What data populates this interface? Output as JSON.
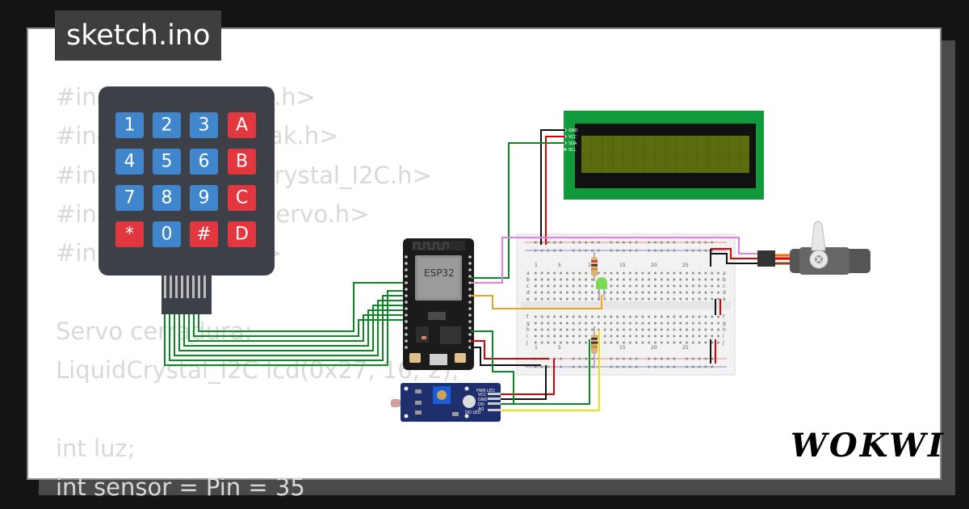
{
  "file_tab": {
    "label": "sketch.ino"
  },
  "code_lines": [
    "#include <Keypad.h>",
    "#include <TonePeak.h>",
    "#include <LiquidCrystal_I2C.h>",
    "#include <ESP32Servo.h>",
    "#include <Wire.h>",
    "",
    "Servo cerradura;",
    "LiquidCrystal_I2C lcd(0x27, 16, 2);",
    "",
    "int luz;",
    "int sensor = Pin = 35"
  ],
  "keypad": {
    "keys": [
      "1",
      "2",
      "3",
      "A",
      "4",
      "5",
      "6",
      "B",
      "7",
      "8",
      "9",
      "C",
      "*",
      "0",
      "#",
      "D"
    ],
    "colors": {
      "digit": "#3f86cc",
      "letter": "#e2373f",
      "body": "#3d4047"
    }
  },
  "esp32": {
    "label": "ESP32"
  },
  "lcd": {
    "pins": [
      "GND",
      "VCC",
      "SDA",
      "SCL"
    ],
    "colors": {
      "board": "#119a3c",
      "screen": "#5a6b10"
    }
  },
  "breadboard": {
    "column_numbers": [
      "1",
      "5",
      "10",
      "15",
      "20",
      "25"
    ],
    "row_letters_top": [
      "a",
      "b",
      "c",
      "d",
      "e"
    ],
    "row_letters_bottom": [
      "f",
      "g",
      "h",
      "i",
      "j"
    ]
  },
  "ldr_module": {
    "pins": [
      "VCC",
      "GND",
      "DO",
      "AO"
    ],
    "leds": [
      "PWR LED",
      "DO LED"
    ]
  },
  "brand": {
    "logo_text": "WOKWI"
  }
}
